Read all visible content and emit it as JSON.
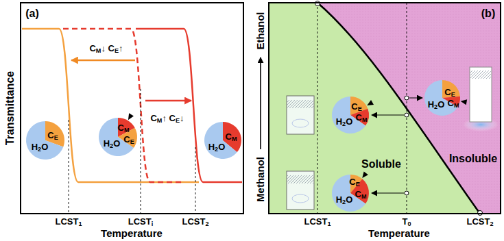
{
  "diagram": {
    "nodes": [
      {
        "text": [
          "H2O",
          "CE"
        ]
      },
      {
        "text": [
          "H2O",
          "CM",
          "CE"
        ]
      },
      {
        "text": [
          "H2O",
          "CM"
        ]
      },
      {
        "text": [
          "CE",
          "CM",
          "H2O"
        ]
      },
      {
        "text": [
          "CE",
          "CM",
          "H2O"
        ]
      },
      {
        "text": [
          "CE",
          "CM",
          "H2O"
        ]
      }
    ],
    "labels": [
      "(a)",
      "Transmittance",
      "LCST1",
      "LCSTi",
      "LCST2",
      "Temperature",
      "CM↓ CE↑",
      "CM↑ CE↓",
      "(b)",
      "Ethanol",
      "Methanol",
      "LCST1",
      "T0",
      "LCST2",
      "Temperature",
      "Soluble",
      "Insoluble"
    ]
  }
}
